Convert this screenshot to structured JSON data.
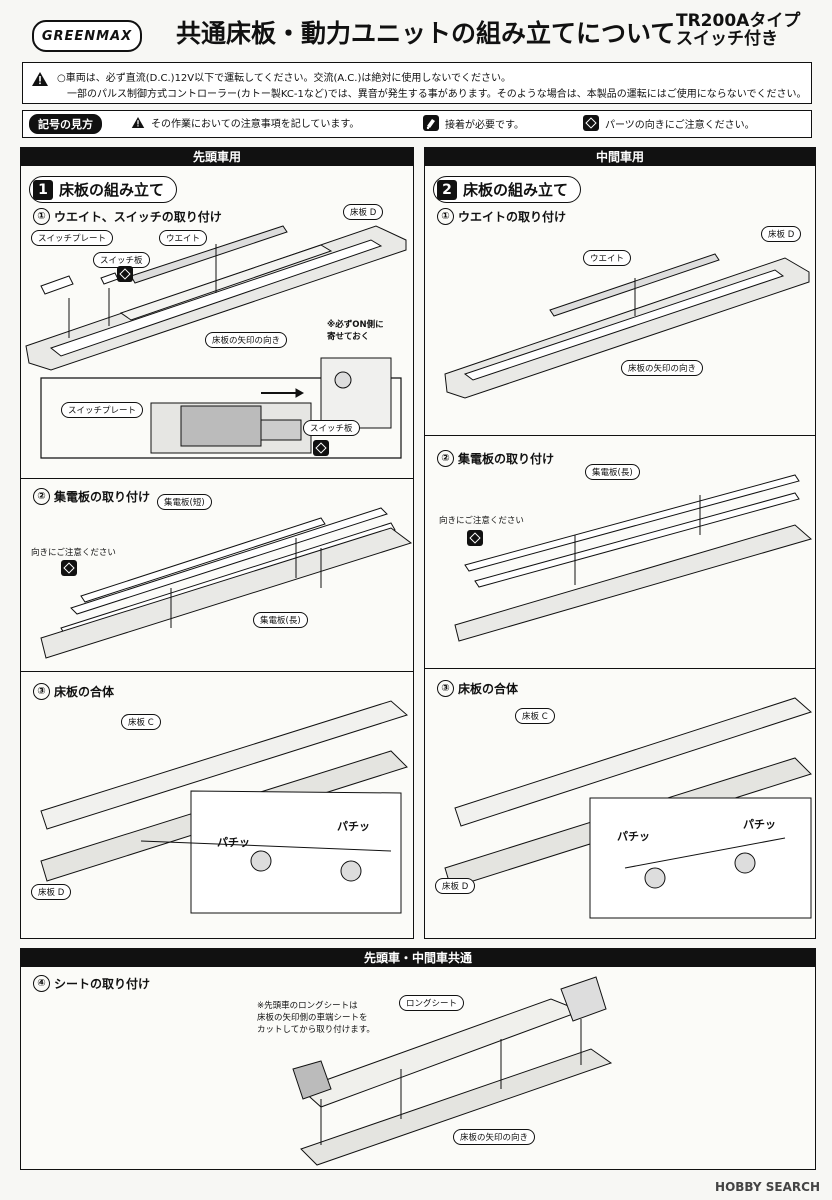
{
  "header": {
    "logo_text": "GREENMAX",
    "title": "共通床板・動力ユニットの組み立てについて",
    "type_line1": "TR200Aタイプ",
    "type_line2": "スイッチ付き"
  },
  "notice": {
    "line1": "○車両は、必ず直流(D.C.)12V以下で運転してください。交流(A.C.)は絶対に使用しないでください。",
    "line2": "一部のパルス制御方式コントローラー(カトー製KC-1など)では、異音が発生する事があります。そのような場合は、本製品の運転にはご使用にならないでください。"
  },
  "legend": {
    "title": "記号の見方",
    "caution": "その作業においての注意事項を記しています。",
    "glue": "接着が必要です。",
    "orientation": "パーツの向きにご注意ください。"
  },
  "left": {
    "header": "先頭車用",
    "step_num": "1",
    "step_title": "床板の組み立て",
    "sub1_num": "①",
    "sub1": "ウエイト、スイッチの取り付け",
    "labels": {
      "floor_d": "床板 D",
      "switch_plate": "スイッチプレート",
      "weight": "ウエイト",
      "switch_board": "スイッチ板",
      "arrow_dir": "床板の矢印の向き",
      "on_note_1": "※必ずON側に",
      "on_note_2": "寄せておく",
      "switch_plate_zoom": "スイッチプレート",
      "switch_board_zoom": "スイッチ板"
    },
    "sub2_num": "②",
    "sub2": "集電板の取り付け",
    "collector_short": "集電板(短)",
    "orientation_note": "向きにご注意ください",
    "collector_long": "集電板(長)",
    "sub3_num": "③",
    "sub3": "床板の合体",
    "floor_c": "床板 C",
    "floor_d2": "床板 D",
    "snap1": "パチッ",
    "snap2": "パチッ"
  },
  "right": {
    "header": "中間車用",
    "step_num": "2",
    "step_title": "床板の組み立て",
    "sub1_num": "①",
    "sub1": "ウエイトの取り付け",
    "floor_d": "床板 D",
    "weight": "ウエイト",
    "arrow_dir": "床板の矢印の向き",
    "sub2_num": "②",
    "sub2": "集電板の取り付け",
    "collector_long": "集電板(長)",
    "orientation_note": "向きにご注意ください",
    "sub3_num": "③",
    "sub3": "床板の合体",
    "floor_c": "床板 C",
    "floor_d2": "床板 D",
    "snap1": "パチッ",
    "snap2": "パチッ"
  },
  "bottom": {
    "header": "先頭車・中間車共通",
    "sub_num": "④",
    "sub": "シートの取り付け",
    "note1": "※先頭車のロングシートは",
    "note2": "床板の矢印側の車端シートを",
    "note3": "カットしてから取り付けます。",
    "long_seat": "ロングシート",
    "arrow_dir": "床板の矢印の向き"
  },
  "footer": {
    "mark": "HOBBY SEARCH"
  }
}
